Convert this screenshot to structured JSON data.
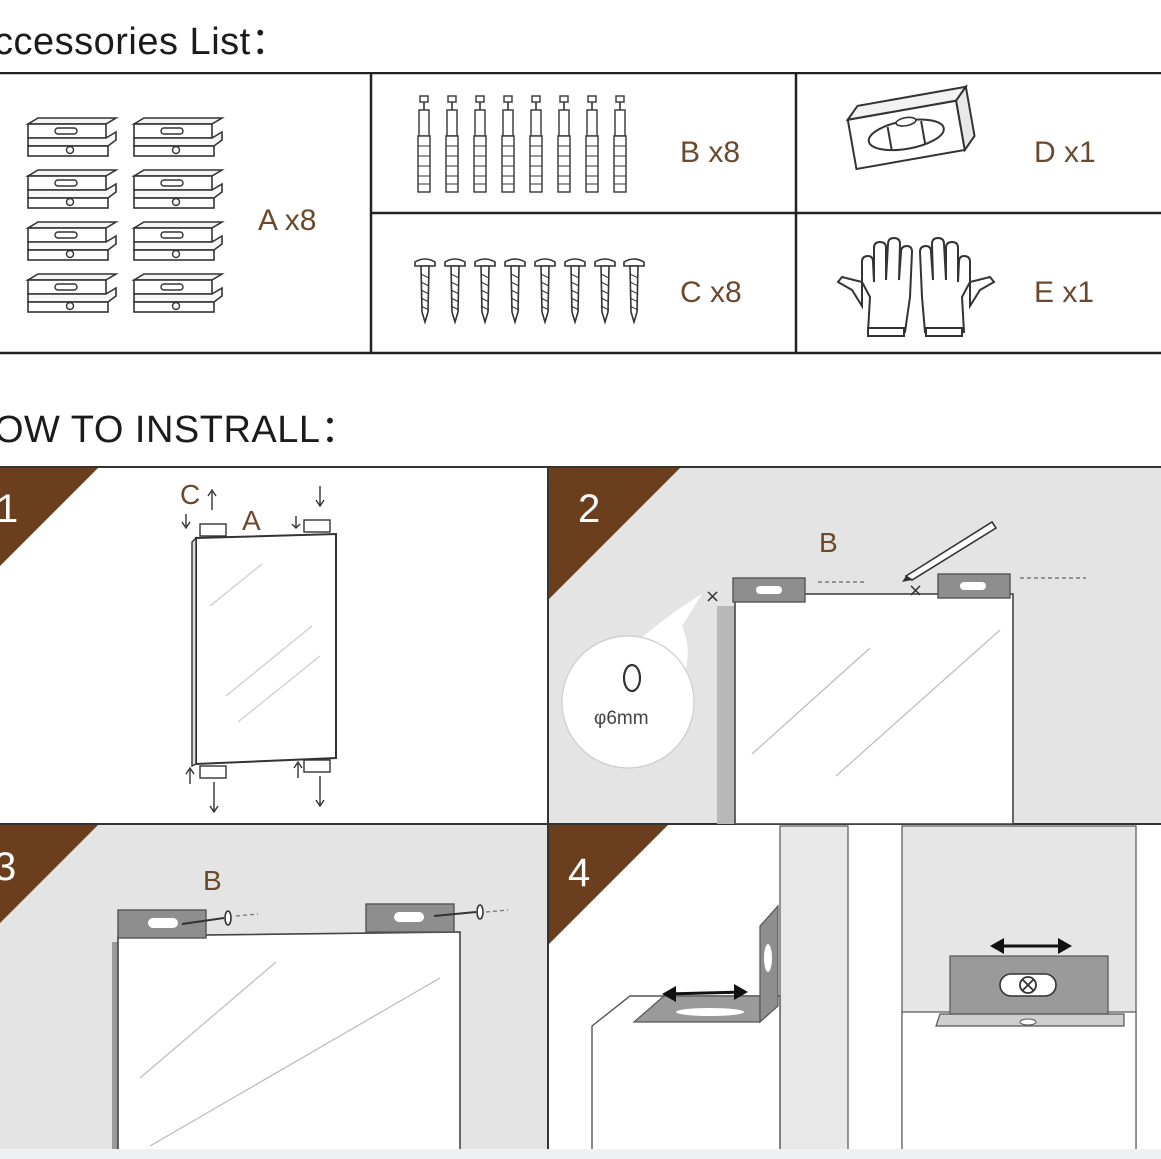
{
  "headings": {
    "accessories": "ccessories List：",
    "install": "OW TO INSTRALL："
  },
  "accessories": [
    {
      "label": "A x8",
      "icon": "bracket-icon"
    },
    {
      "label": "B x8",
      "icon": "wall-anchor-icon"
    },
    {
      "label": "C x8",
      "icon": "screw-icon"
    },
    {
      "label": "D x1",
      "icon": "spirit-level-icon"
    },
    {
      "label": "E x1",
      "icon": "gloves-icon"
    }
  ],
  "steps": [
    {
      "number": "1",
      "letters": [
        "C",
        "A"
      ]
    },
    {
      "number": "2",
      "letters": [
        "B"
      ],
      "callout": "φ6mm"
    },
    {
      "number": "3",
      "letters": [
        "B"
      ]
    },
    {
      "number": "4",
      "letters": []
    }
  ],
  "colors": {
    "brand_brown": "#6b3f1d",
    "label_brown": "#6b4a2c",
    "panel_gray": "#e3e3e3",
    "bracket_gray": "#8e8e8e"
  }
}
